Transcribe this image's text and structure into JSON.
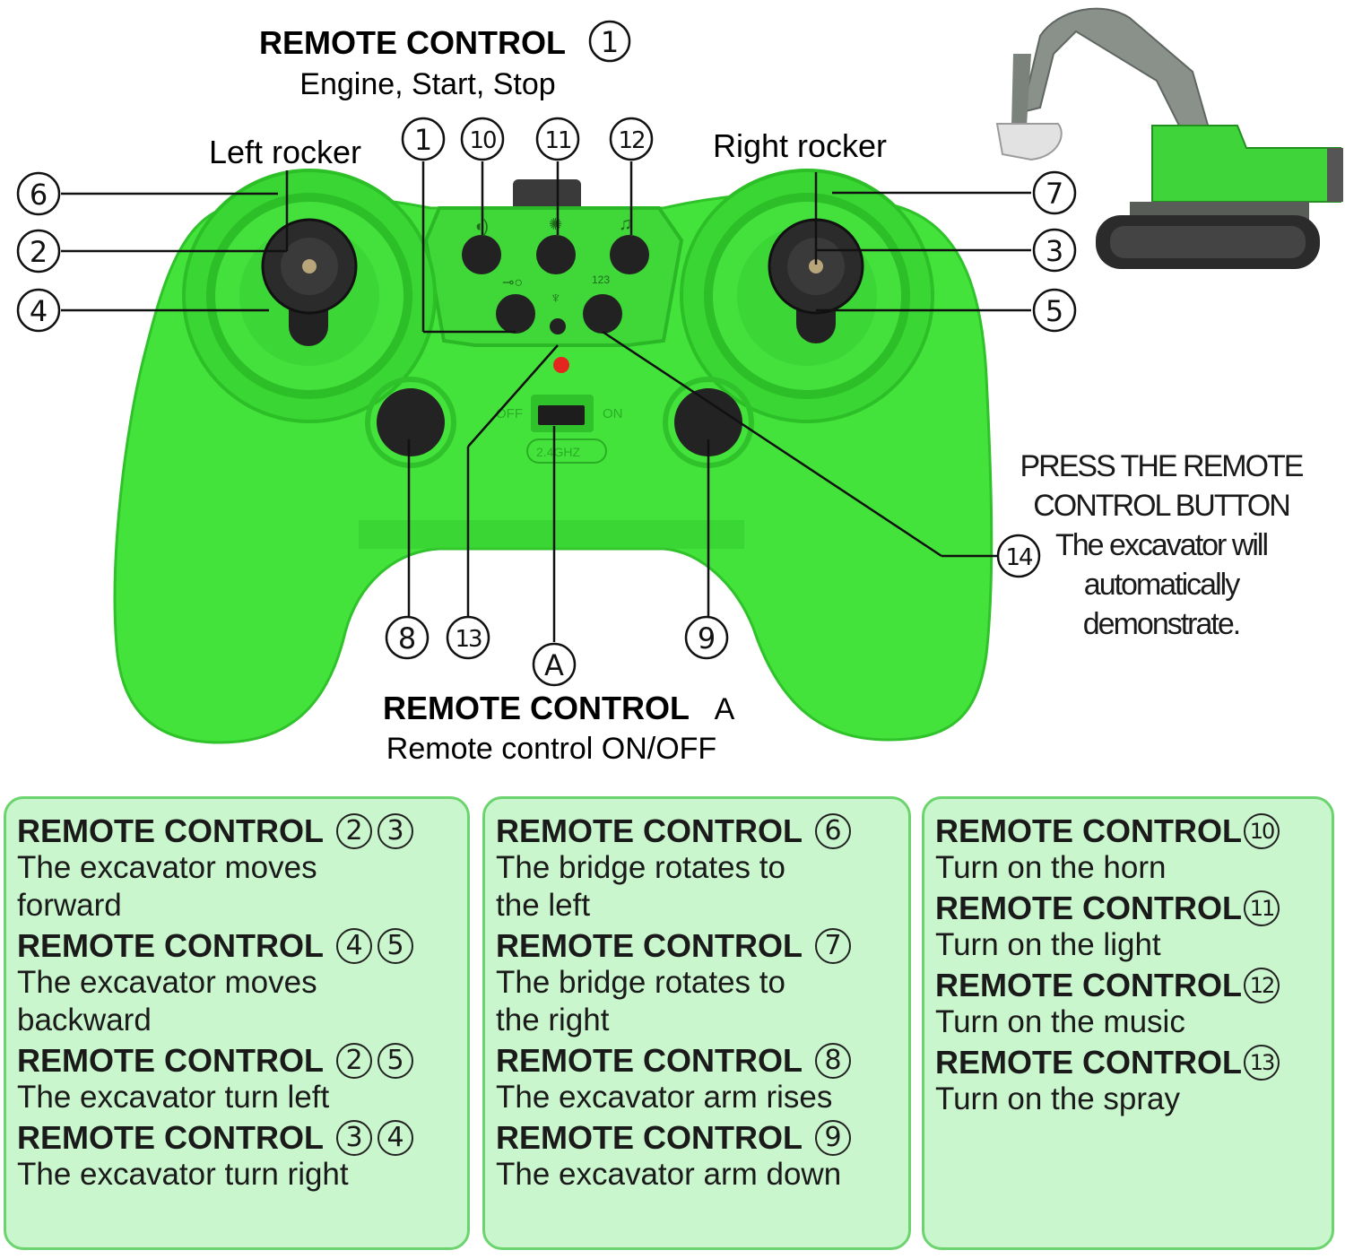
{
  "top": {
    "title": "REMOTE CONTROL",
    "title_num": "1",
    "subtitle": "Engine, Start, Stop"
  },
  "labels": {
    "left_rocker": "Left rocker",
    "right_rocker": "Right rocker"
  },
  "callouts": [
    "1",
    "2",
    "3",
    "4",
    "5",
    "6",
    "7",
    "8",
    "9",
    "10",
    "11",
    "12",
    "13",
    "14",
    "A"
  ],
  "switch": {
    "off": "OFF",
    "on": "ON",
    "freq": "2.4GHZ"
  },
  "bottom_center": {
    "title": "REMOTE CONTROL",
    "title_letter": "A",
    "subtitle": "Remote control ON/OFF"
  },
  "press_note": {
    "line1": "PRESS THE REMOTE",
    "line2": "CONTROL BUTTON",
    "line3": "The excavator will",
    "line4": "automatically",
    "line5": "demonstrate."
  },
  "panels": [
    {
      "rows": [
        {
          "title": "REMOTE CONTROL",
          "nums": [
            "2",
            "3"
          ],
          "desc": "The excavator moves forward"
        },
        {
          "title": "REMOTE CONTROL",
          "nums": [
            "4",
            "5"
          ],
          "desc": "The excavator moves backward"
        },
        {
          "title": "REMOTE CONTROL",
          "nums": [
            "2",
            "5"
          ],
          "desc": "The excavator turn left"
        },
        {
          "title": "REMOTE CONTROL",
          "nums": [
            "3",
            "4"
          ],
          "desc": "The excavator turn right"
        }
      ]
    },
    {
      "rows": [
        {
          "title": "REMOTE CONTROL",
          "nums": [
            "6"
          ],
          "desc": "The bridge rotates to the left"
        },
        {
          "title": "REMOTE CONTROL",
          "nums": [
            "7"
          ],
          "desc": "The bridge rotates to the right"
        },
        {
          "title": "REMOTE CONTROL",
          "nums": [
            "8"
          ],
          "desc": "The excavator arm rises"
        },
        {
          "title": "REMOTE CONTROL",
          "nums": [
            "9"
          ],
          "desc": "The excavator arm down"
        }
      ]
    },
    {
      "rows": [
        {
          "title": "REMOTE CONTROL",
          "nums": [
            "10"
          ],
          "desc": "Turn on the horn"
        },
        {
          "title": "REMOTE CONTROL",
          "nums": [
            "11"
          ],
          "desc": "Turn on the light"
        },
        {
          "title": "REMOTE CONTROL",
          "nums": [
            "12"
          ],
          "desc": "Turn on the music"
        },
        {
          "title": "REMOTE CONTROL",
          "nums": [
            "13"
          ],
          "desc": "Turn on the spray"
        }
      ]
    }
  ],
  "colors": {
    "controller": "#43e33b",
    "controller_dark": "#2fc22a",
    "panel_bg": "#c9f6cc",
    "panel_border": "#6cd46e",
    "excavator_body": "#3ed43a",
    "arm_gray": "#8a918b"
  }
}
